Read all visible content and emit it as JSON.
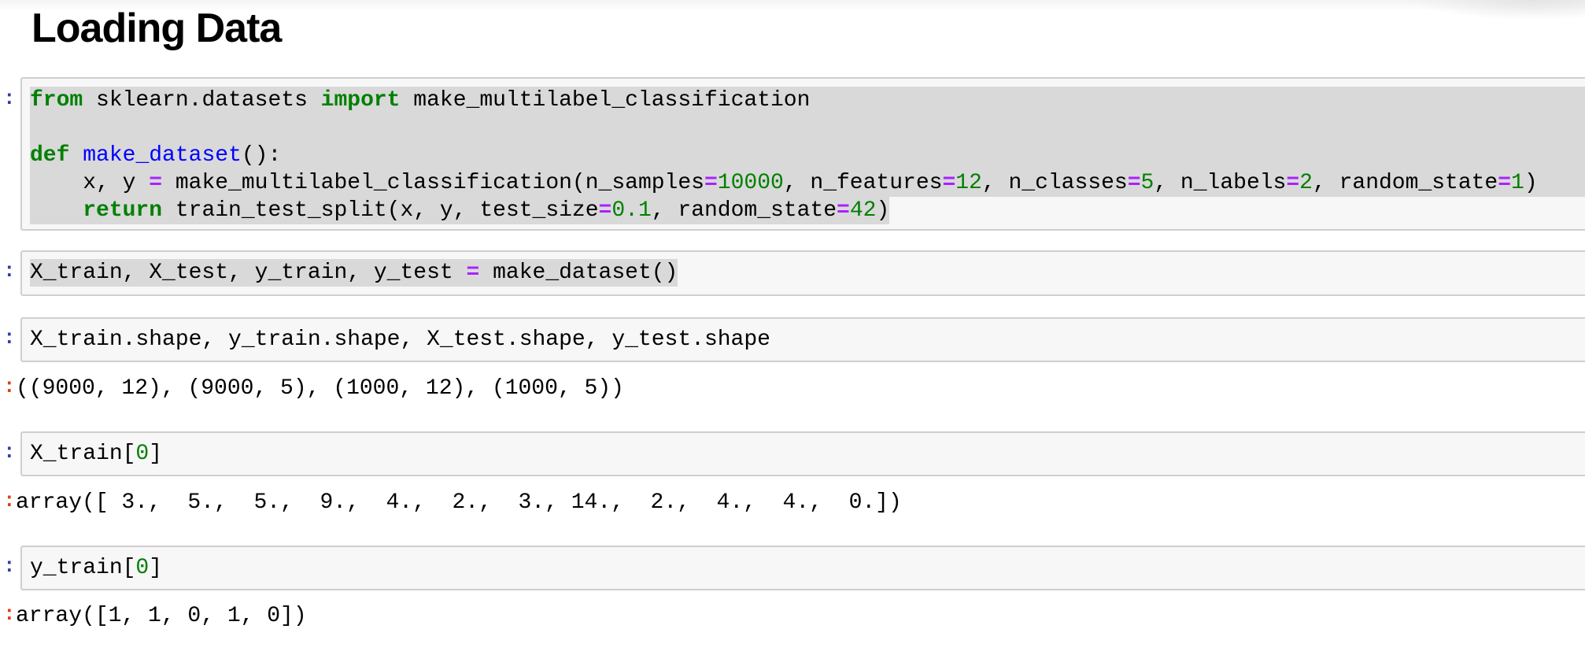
{
  "heading": "Loading Data",
  "prompts": {
    "input": ":",
    "output": ":"
  },
  "colors": {
    "keyword": "#008000",
    "function_name": "#0000ff",
    "operator": "#aa22ff",
    "number": "#008000",
    "input_prompt": "#303f9f",
    "output_prompt": "#d84315",
    "selection": "#d9d9d9"
  },
  "cells": [
    {
      "lines": [
        {
          "sel": "full",
          "tokens": [
            [
              "kw",
              "from"
            ],
            [
              "t",
              " sklearn.datasets "
            ],
            [
              "kw",
              "import"
            ],
            [
              "t",
              " make_multilabel_classification"
            ]
          ]
        },
        {
          "sel": "full",
          "tokens": []
        },
        {
          "sel": "full",
          "tokens": [
            [
              "kw",
              "def"
            ],
            [
              "t",
              " "
            ],
            [
              "fn",
              "make_dataset"
            ],
            [
              "t",
              "():"
            ]
          ]
        },
        {
          "sel": "full",
          "tokens": [
            [
              "t",
              "    x, y "
            ],
            [
              "op",
              "="
            ],
            [
              "t",
              " make_multilabel_classification(n_samples"
            ],
            [
              "op",
              "="
            ],
            [
              "num",
              "10000"
            ],
            [
              "t",
              ", n_features"
            ],
            [
              "op",
              "="
            ],
            [
              "num",
              "12"
            ],
            [
              "t",
              ", n_classes"
            ],
            [
              "op",
              "="
            ],
            [
              "num",
              "5"
            ],
            [
              "t",
              ", n_labels"
            ],
            [
              "op",
              "="
            ],
            [
              "num",
              "2"
            ],
            [
              "t",
              ", random_state"
            ],
            [
              "op",
              "="
            ],
            [
              "num",
              "1"
            ],
            [
              "t",
              ")"
            ]
          ]
        },
        {
          "sel": "inline",
          "tokens": [
            [
              "t",
              "    "
            ],
            [
              "kw",
              "return"
            ],
            [
              "t",
              " train_test_split(x, y, test_size"
            ],
            [
              "op",
              "="
            ],
            [
              "num",
              "0.1"
            ],
            [
              "t",
              ", random_state"
            ],
            [
              "op",
              "="
            ],
            [
              "num",
              "42"
            ],
            [
              "t",
              ")"
            ]
          ]
        }
      ],
      "output": null
    },
    {
      "lines": [
        {
          "sel": "inline",
          "tokens": [
            [
              "t",
              "X_train, X_test, y_train, y_test "
            ],
            [
              "op",
              "="
            ],
            [
              "t",
              " make_dataset()"
            ]
          ]
        }
      ],
      "output": null
    },
    {
      "lines": [
        {
          "sel": "none",
          "tokens": [
            [
              "t",
              "X_train.shape, y_train.shape, X_test.shape, y_test.shape"
            ]
          ]
        }
      ],
      "output": "((9000, 12), (9000, 5), (1000, 12), (1000, 5))"
    },
    {
      "lines": [
        {
          "sel": "none",
          "tokens": [
            [
              "t",
              "X_train["
            ],
            [
              "num",
              "0"
            ],
            [
              "t",
              "]"
            ]
          ]
        }
      ],
      "output": "array([ 3.,  5.,  5.,  9.,  4.,  2.,  3., 14.,  2.,  4.,  4.,  0.])"
    },
    {
      "lines": [
        {
          "sel": "none",
          "tokens": [
            [
              "t",
              "y_train["
            ],
            [
              "num",
              "0"
            ],
            [
              "t",
              "]"
            ]
          ]
        }
      ],
      "output": "array([1, 1, 0, 1, 0])"
    }
  ]
}
